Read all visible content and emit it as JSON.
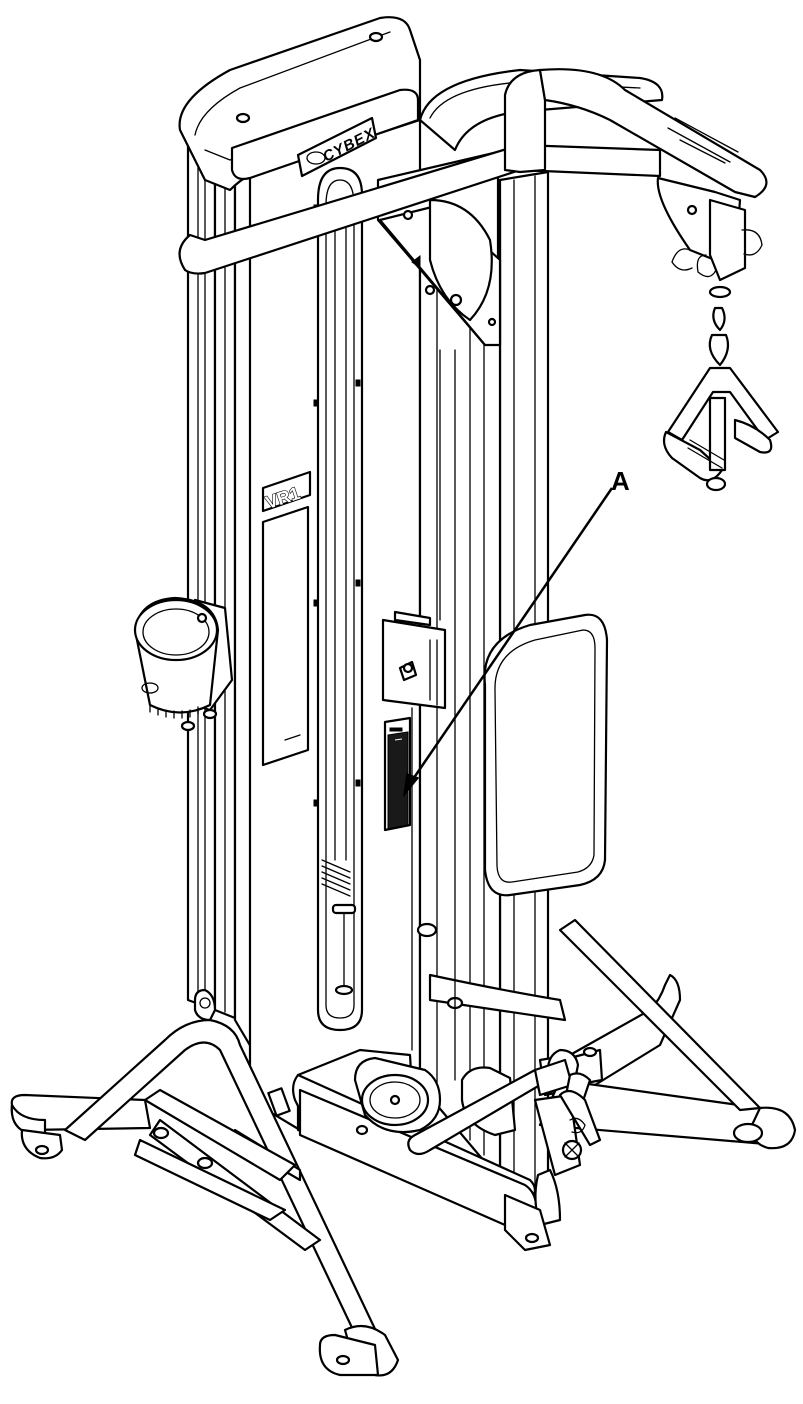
{
  "diagram": {
    "brand_label": "CYBEX",
    "model_label": "VR1",
    "callout_letter": "A",
    "stroke_color": "#000000",
    "background_color": "#ffffff"
  }
}
